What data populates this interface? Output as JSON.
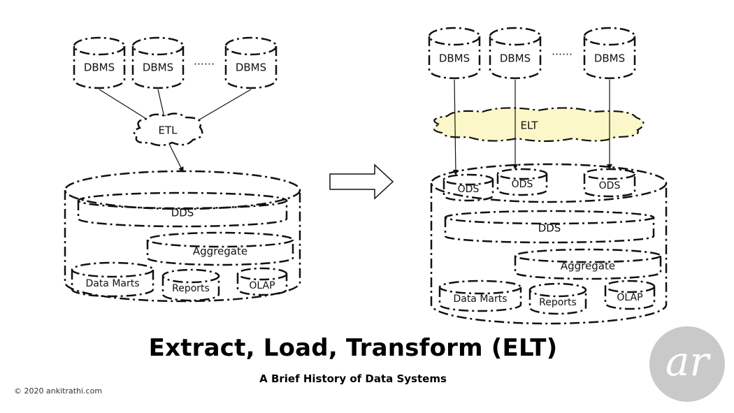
{
  "title": "Extract, Load, Transform (ELT)",
  "subtitle": "A Brief History of Data Systems",
  "copyright": "©  2020  ankitrathi.com",
  "logo_text": "ar",
  "etl_diagram": {
    "sources": [
      "DBMS",
      "DBMS",
      "DBMS"
    ],
    "ellipsis": "……",
    "process": "ETL",
    "dds": "DDS",
    "aggregate": "Aggregate",
    "data_marts": "Data Marts",
    "reports": "Reports",
    "olap": "OLAP"
  },
  "elt_diagram": {
    "sources": [
      "DBMS",
      "DBMS",
      "DBMS"
    ],
    "ellipsis": "……",
    "process": "ELT",
    "ods": [
      "ODS",
      "ODS",
      "ODS"
    ],
    "dds": "DDS",
    "aggregate": "Aggregate",
    "data_marts": "Data Marts",
    "reports": "Reports",
    "olap": "OLAP"
  },
  "colors": {
    "elt_cloud_fill": "#fbf7c8",
    "logo_bg": "#c9c9c9",
    "stroke": "#111111"
  }
}
